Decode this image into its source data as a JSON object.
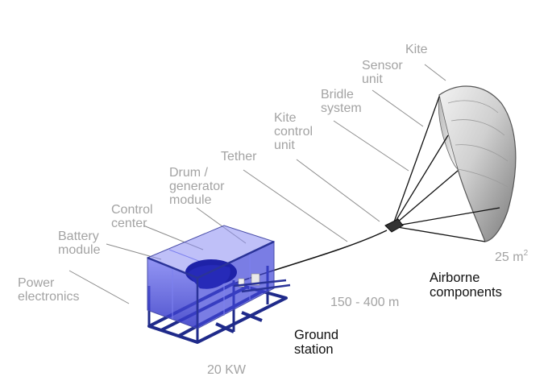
{
  "labels": {
    "kite": "Kite",
    "sensor_unit": "Sensor\nunit",
    "bridle_system": "Bridle\nsystem",
    "kite_control_unit": "Kite\ncontrol\nunit",
    "tether": "Tether",
    "drum_generator_module": "Drum /\ngenerator\nmodule",
    "control_center": "Control\ncenter",
    "battery_module": "Battery\nmodule",
    "power_electronics": "Power\nelectronics",
    "area_value": "25 m",
    "area_exponent": "2",
    "airborne_components": "Airborne\ncomponents",
    "tether_length": "150 - 400 m",
    "ground_station": "Ground\nstation",
    "power_rating": "20 KW"
  },
  "colors": {
    "label_gray": "#a3a3a3",
    "leader_line": "#8c8c8c",
    "container_blue": "#3b3fd6",
    "frame_dark": "#1f2a8a",
    "kite_light": "#e6e6e6",
    "kite_dark": "#6e6e6e"
  }
}
